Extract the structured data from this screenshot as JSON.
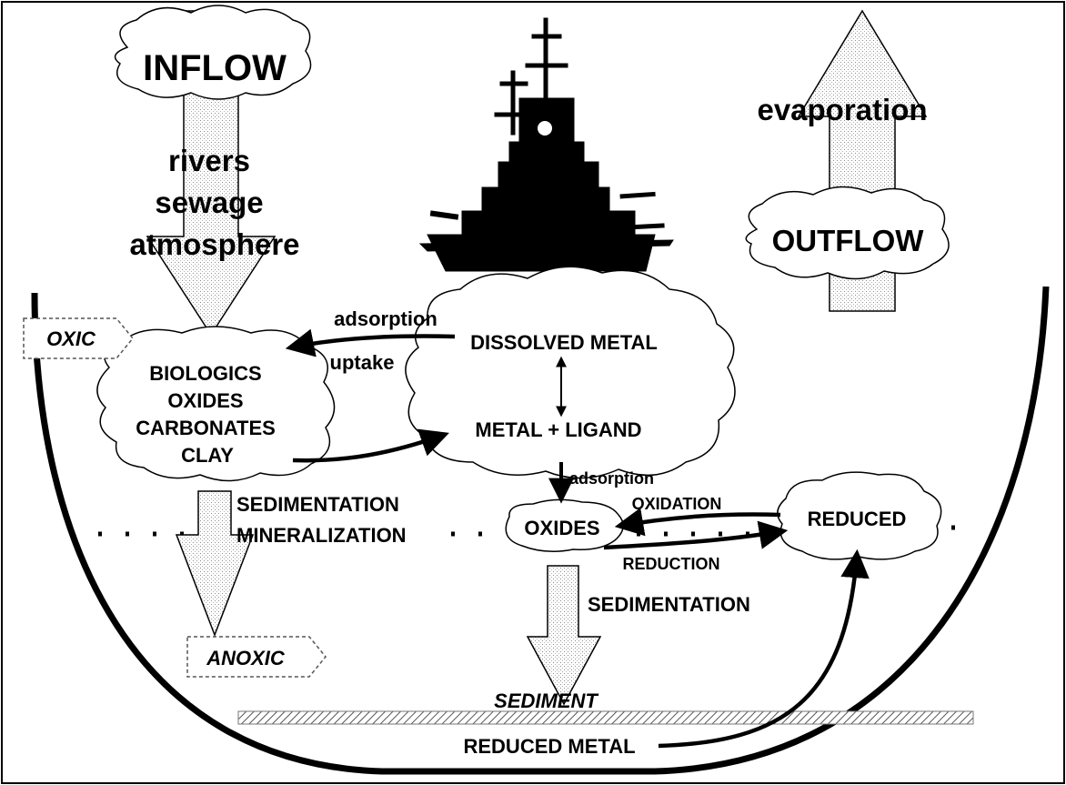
{
  "diagram": {
    "inflow_label": "INFLOW",
    "inflow_sources": [
      "rivers",
      "sewage",
      "atmosphere"
    ],
    "outflow_label": "OUTFLOW",
    "evaporation_label": "evaporation",
    "oxic_label": "OXIC",
    "anoxic_label": "ANOXIC",
    "particulates": [
      "BIOLOGICS",
      "OXIDES",
      "CARBONATES",
      "CLAY"
    ],
    "dissolved_metal_label": "DISSOLVED METAL",
    "metal_ligand_label": "METAL + LIGAND",
    "adsorption_top_label": "adsorption",
    "uptake_label": "uptake",
    "adsorption_small_label": "adsorption",
    "sedimentation_label": "SEDIMENTATION",
    "mineralization_label": "MINERALIZATION",
    "oxides_label": "OXIDES",
    "reduced_label": "REDUCED",
    "oxidation_label": "OXIDATION",
    "reduction_label": "REDUCTION",
    "sedimentation_lower_label": "SEDIMENTATION",
    "sediment_label": "SEDIMENT",
    "reduced_metal_label": "REDUCED METAL"
  }
}
